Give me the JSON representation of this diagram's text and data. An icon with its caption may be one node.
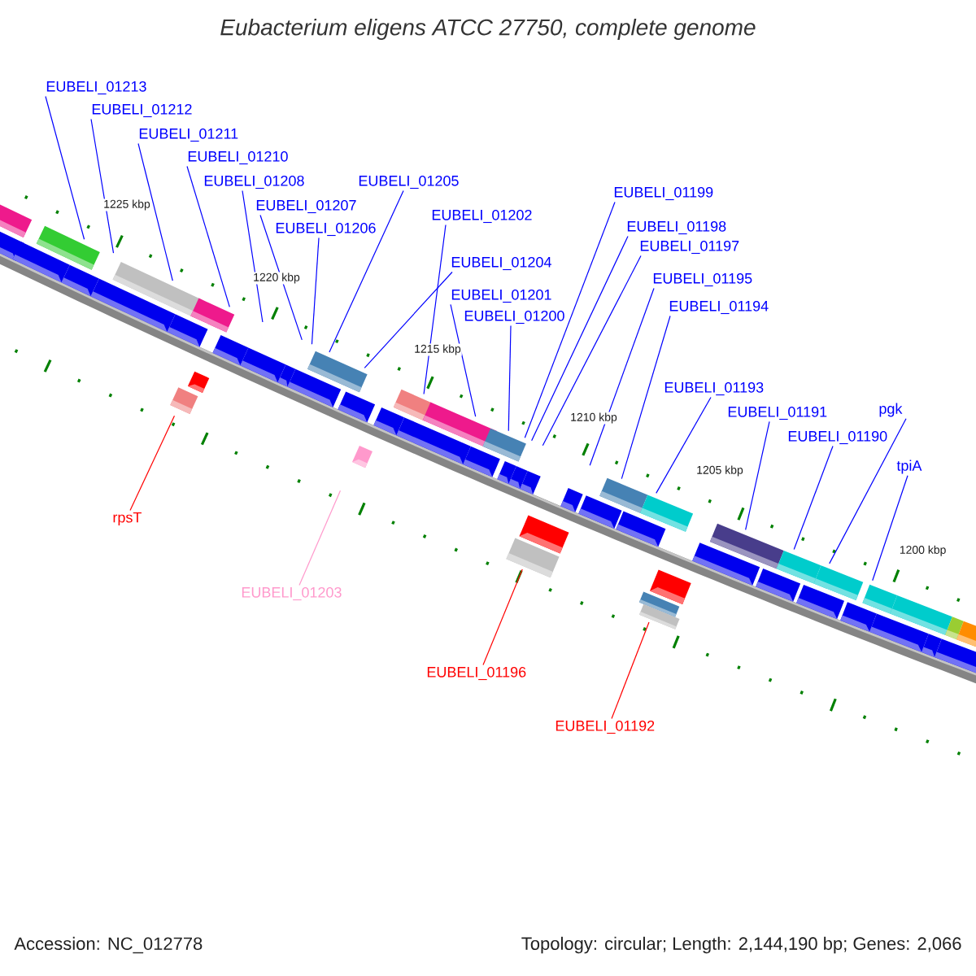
{
  "diagram": {
    "title": "Eubacterium eligens ATCC 27750, complete genome",
    "nodes": [
      {
        "text": [
          "EUBELI_01213"
        ]
      },
      {
        "text": [
          "EUBELI_01212"
        ]
      },
      {
        "text": [
          "EUBELI_01211"
        ]
      },
      {
        "text": [
          "EUBELI_01210"
        ]
      },
      {
        "text": [
          "EUBELI_01208"
        ]
      },
      {
        "text": [
          "EUBELI_01205"
        ]
      },
      {
        "text": [
          "EUBELI_01199"
        ]
      },
      {
        "text": [
          "EUBELI_01207"
        ]
      },
      {
        "text": [
          "EUBELI_01202"
        ]
      },
      {
        "text": [
          "EUBELI_01198"
        ]
      },
      {
        "text": [
          "EUBELI_01206"
        ]
      },
      {
        "text": [
          "EUBELI_01197"
        ]
      },
      {
        "text": [
          "EUBELI_01204"
        ]
      },
      {
        "text": [
          "EUBELI_01195"
        ]
      },
      {
        "text": [
          "EUBELI_01201"
        ]
      },
      {
        "text": [
          "EUBELI_01194"
        ]
      },
      {
        "text": [
          "EUBELI_01200"
        ]
      },
      {
        "text": [
          "EUBELI_01193"
        ]
      },
      {
        "text": [
          "pgk"
        ]
      },
      {
        "text": [
          "EUBELI_01191"
        ]
      },
      {
        "text": [
          "EUBELI_01190"
        ]
      },
      {
        "text": [
          "tpiA"
        ]
      },
      {
        "text": [
          "rpsT"
        ]
      },
      {
        "text": [
          "EUBELI_01203"
        ]
      },
      {
        "text": [
          "EUBELI_01196"
        ]
      },
      {
        "text": [
          "EUBELI_01192"
        ]
      }
    ],
    "edges": [
      {
        "from": 0,
        "to": null,
        "arrow": "none"
      },
      {
        "from": 1,
        "to": null,
        "arrow": "none"
      },
      {
        "from": 2,
        "to": null,
        "arrow": "none"
      },
      {
        "from": 3,
        "to": null,
        "arrow": "none"
      },
      {
        "from": 4,
        "to": null,
        "arrow": "none"
      },
      {
        "from": 5,
        "to": null,
        "arrow": "none"
      },
      {
        "from": 6,
        "to": null,
        "arrow": "none"
      },
      {
        "from": 7,
        "to": null,
        "arrow": "none"
      },
      {
        "from": 8,
        "to": null,
        "arrow": "none"
      },
      {
        "from": 9,
        "to": null,
        "arrow": "none"
      },
      {
        "from": 10,
        "to": null,
        "arrow": "none"
      },
      {
        "from": 11,
        "to": null,
        "arrow": "none"
      },
      {
        "from": 12,
        "to": null,
        "arrow": "none"
      },
      {
        "from": 13,
        "to": null,
        "arrow": "none"
      },
      {
        "from": 14,
        "to": null,
        "arrow": "none"
      },
      {
        "from": 15,
        "to": null,
        "arrow": "none"
      },
      {
        "from": 16,
        "to": null,
        "arrow": "none"
      },
      {
        "from": 17,
        "to": null,
        "arrow": "none"
      },
      {
        "from": 18,
        "to": null,
        "arrow": "none"
      },
      {
        "from": 19,
        "to": null,
        "arrow": "none"
      },
      {
        "from": 20,
        "to": null,
        "arrow": "none"
      },
      {
        "from": 21,
        "to": null,
        "arrow": "none"
      },
      {
        "from": 22,
        "to": null,
        "arrow": "none",
        "color": "#ff0000"
      },
      {
        "from": 23,
        "to": null,
        "arrow": "none",
        "color": "#ff99cc"
      },
      {
        "from": 24,
        "to": null,
        "arrow": "none",
        "color": "#ff0000"
      },
      {
        "from": 25,
        "to": null,
        "arrow": "none",
        "color": "#ff0000"
      }
    ],
    "labels": [
      "1225 kbp",
      "1220 kbp",
      "1215 kbp",
      "1210 kbp",
      "1205 kbp",
      "1200 kbp",
      "Accession: NC_012778",
      "Topology: circular; Length: 2,144,190 bp; Genes: 2,066"
    ]
  }
}
